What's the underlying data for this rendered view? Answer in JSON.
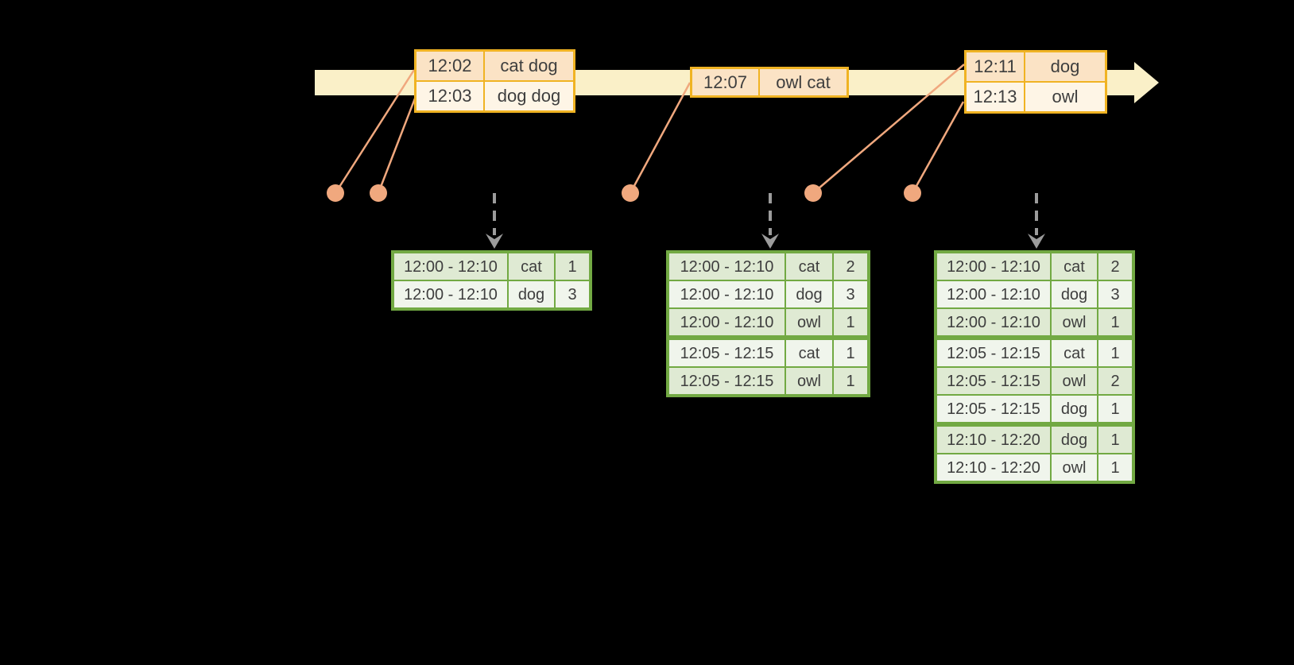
{
  "colors": {
    "background": "#000000",
    "timeline_band": "#FAF0C8",
    "event_border": "#F0B323",
    "event_row_dark": "#FBE3C5",
    "event_row_light": "#FEF5E6",
    "record_accent": "#F0A87E",
    "trigger_arrow": "#9C9C9C",
    "result_border": "#72A943",
    "result_row_dark": "#DFEAD3",
    "result_row_light": "#F0F5EC",
    "text": "#3E3E3E"
  },
  "timeline": {
    "events": [
      {
        "rows": [
          {
            "time": "12:02",
            "words": "cat dog"
          },
          {
            "time": "12:03",
            "words": "dog dog"
          }
        ]
      },
      {
        "rows": [
          {
            "time": "12:07",
            "words": "owl cat"
          }
        ]
      },
      {
        "rows": [
          {
            "time": "12:11",
            "words": "dog"
          },
          {
            "time": "12:13",
            "words": "owl"
          }
        ]
      }
    ]
  },
  "results": [
    {
      "rows": [
        {
          "window": "12:00 - 12:10",
          "word": "cat",
          "count": "1"
        },
        {
          "window": "12:00 - 12:10",
          "word": "dog",
          "count": "3"
        }
      ]
    },
    {
      "rows": [
        {
          "window": "12:00 - 12:10",
          "word": "cat",
          "count": "2"
        },
        {
          "window": "12:00 - 12:10",
          "word": "dog",
          "count": "3"
        },
        {
          "window": "12:00 - 12:10",
          "word": "owl",
          "count": "1"
        },
        {
          "window": "12:05 - 12:15",
          "word": "cat",
          "count": "1"
        },
        {
          "window": "12:05 - 12:15",
          "word": "owl",
          "count": "1"
        }
      ]
    },
    {
      "rows": [
        {
          "window": "12:00 - 12:10",
          "word": "cat",
          "count": "2"
        },
        {
          "window": "12:00 - 12:10",
          "word": "dog",
          "count": "3"
        },
        {
          "window": "12:00 - 12:10",
          "word": "owl",
          "count": "1"
        },
        {
          "window": "12:05 - 12:15",
          "word": "cat",
          "count": "1"
        },
        {
          "window": "12:05 - 12:15",
          "word": "owl",
          "count": "2"
        },
        {
          "window": "12:05 - 12:15",
          "word": "dog",
          "count": "1"
        },
        {
          "window": "12:10 - 12:20",
          "word": "dog",
          "count": "1"
        },
        {
          "window": "12:10 - 12:20",
          "word": "owl",
          "count": "1"
        }
      ]
    }
  ]
}
